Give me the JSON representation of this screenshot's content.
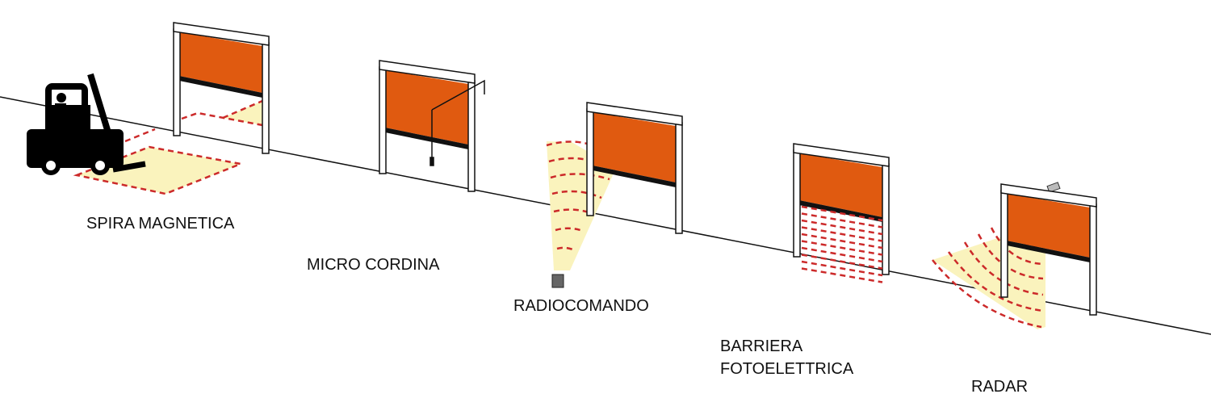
{
  "colors": {
    "curtain": "#e05a10",
    "bottom_bar": "#111111",
    "zone": "#faf3bd",
    "dash": "#cc2a2a",
    "frame": "#ffffff",
    "line": "#111111"
  },
  "labels": {
    "spira": "SPIRA MAGNETICA",
    "micro": "MICRO CORDINA",
    "radio": "RADIOCOMANDO",
    "barriera_1": "BARRIERA",
    "barriera_2": "FOTOELETTRICA",
    "radar": "RADAR"
  }
}
